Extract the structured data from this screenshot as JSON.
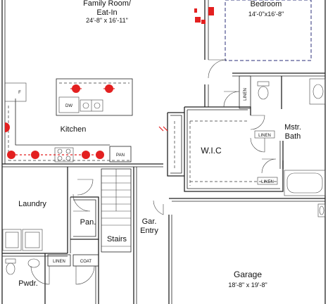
{
  "rooms": {
    "family_room": {
      "name": "Family Room/",
      "name2": "Eat-In",
      "dims": "24'-8\" x 16'-11\""
    },
    "bedroom": {
      "name": "Bedroom",
      "dims": "14'-0\"x16'-8\""
    },
    "kitchen": {
      "name": "Kitchen"
    },
    "wic": {
      "name": "W.I.C"
    },
    "mstr_bath": {
      "name": "Mstr.",
      "name2": "Bath"
    },
    "laundry": {
      "name": "Laundry"
    },
    "pantry": {
      "name": "Pan."
    },
    "stairs": {
      "name": "Stairs"
    },
    "gar_entry": {
      "name": "Gar.",
      "name2": "Entry"
    },
    "garage": {
      "name": "Garage",
      "dims": "18'-8\" x 19'-8\""
    },
    "powder": {
      "name": "Pwdr."
    }
  },
  "fixtures": {
    "dw": "DW",
    "pan": "PAN",
    "fridge": "F",
    "linen": "LINEN",
    "coat": "COAT"
  }
}
